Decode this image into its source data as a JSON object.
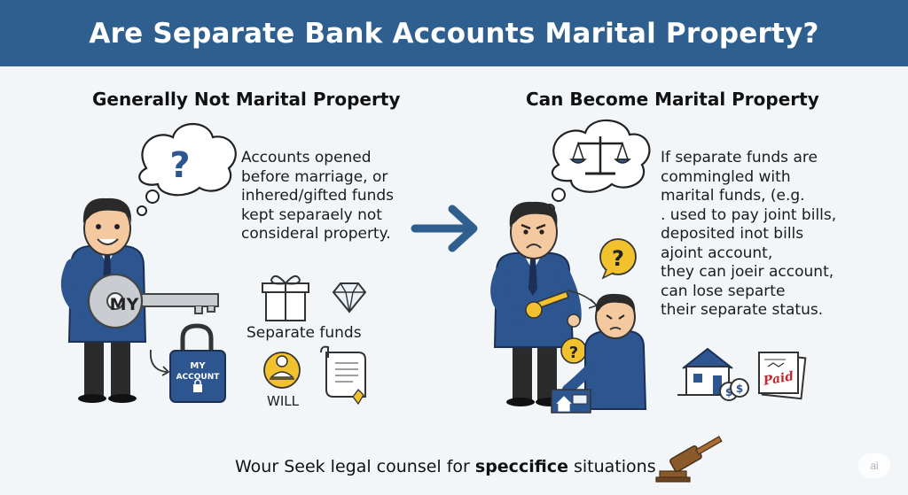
{
  "title": "Are Separate Bank Accounts Marital Property?",
  "left": {
    "heading": "Generally Not Marital Property",
    "paragraph_lines": [
      "Accounts opened",
      "before marriage, or",
      "inhered/gifted funds",
      "kept  separaely not",
      "consideral property."
    ],
    "key_label": "MY",
    "lock_label_1": "MY",
    "lock_label_2": "ACCOUNT",
    "separate_funds_label": "Separate funds",
    "will_label": "WILL"
  },
  "right": {
    "heading": "Can Become Marital Property",
    "paragraph_lines": [
      "If separate funds are",
      "commingled with",
      "marital funds, (e.g.",
      ". used to pay joint bills,",
      "deposited inot bills",
      "ajoint account,",
      "they can joeir account,",
      "can lose separte",
      "their separate status."
    ],
    "stamp_label": "Paid"
  },
  "footer": {
    "part1": "Wour Seek legal counsel for ",
    "part2": "speccifice",
    "part3": " situations"
  },
  "watermark": "ai",
  "colors": {
    "banner": "#2f5f8f",
    "suit": "#2d5590",
    "accent_yellow": "#f2c12e",
    "arrow": "#2f5f8f"
  },
  "icons": [
    "question-mark-icon",
    "key-icon",
    "padlock-icon",
    "gift-box-icon",
    "diamond-icon",
    "will-document-icon",
    "arrow-right-icon",
    "scales-of-justice-icon",
    "house-icon",
    "coins-icon",
    "paid-receipt-icon",
    "gavel-icon"
  ]
}
